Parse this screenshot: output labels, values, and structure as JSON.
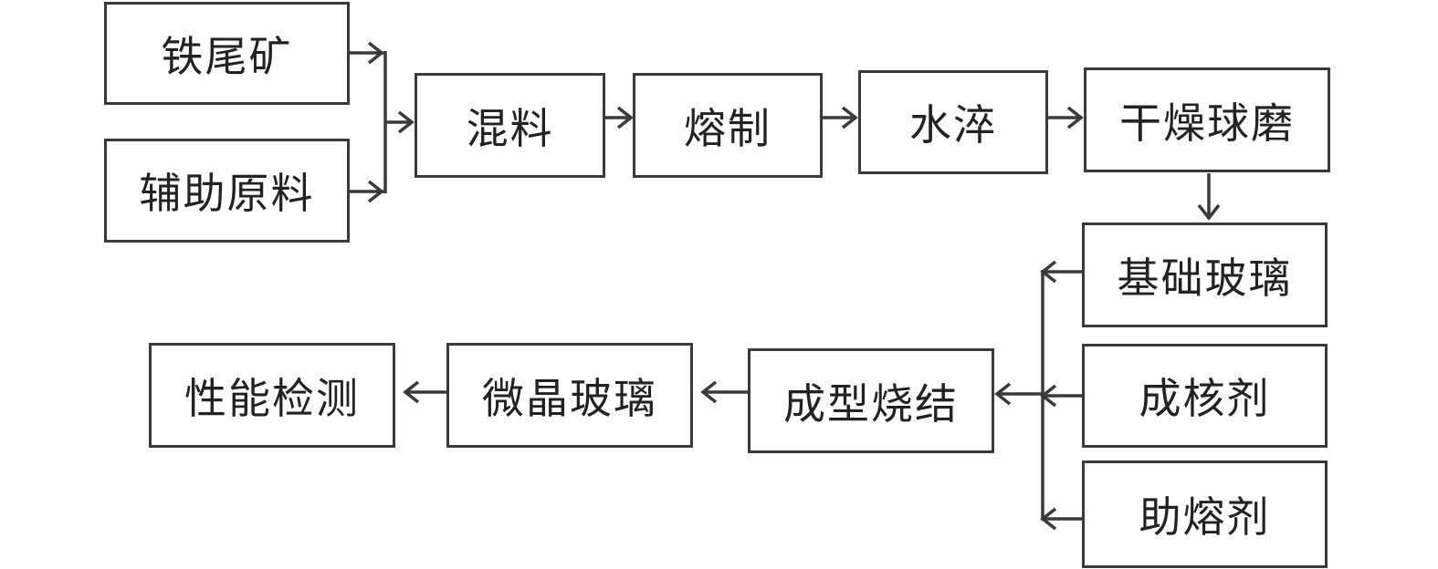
{
  "nodes": {
    "iron_tailings": "铁尾矿",
    "auxiliary_materials": "辅助原料",
    "mixing": "混料",
    "melting": "熔制",
    "water_quenching": "水淬",
    "drying_ball_milling": "干燥球磨",
    "base_glass": "基础玻璃",
    "nucleating_agent": "成核剂",
    "flux": "助熔剂",
    "forming_sintering": "成型烧结",
    "glass_ceramics": "微晶玻璃",
    "performance_testing": "性能检测"
  },
  "colors": {
    "line": "#3a3a3a",
    "text": "#222222",
    "background": "#ffffff"
  }
}
